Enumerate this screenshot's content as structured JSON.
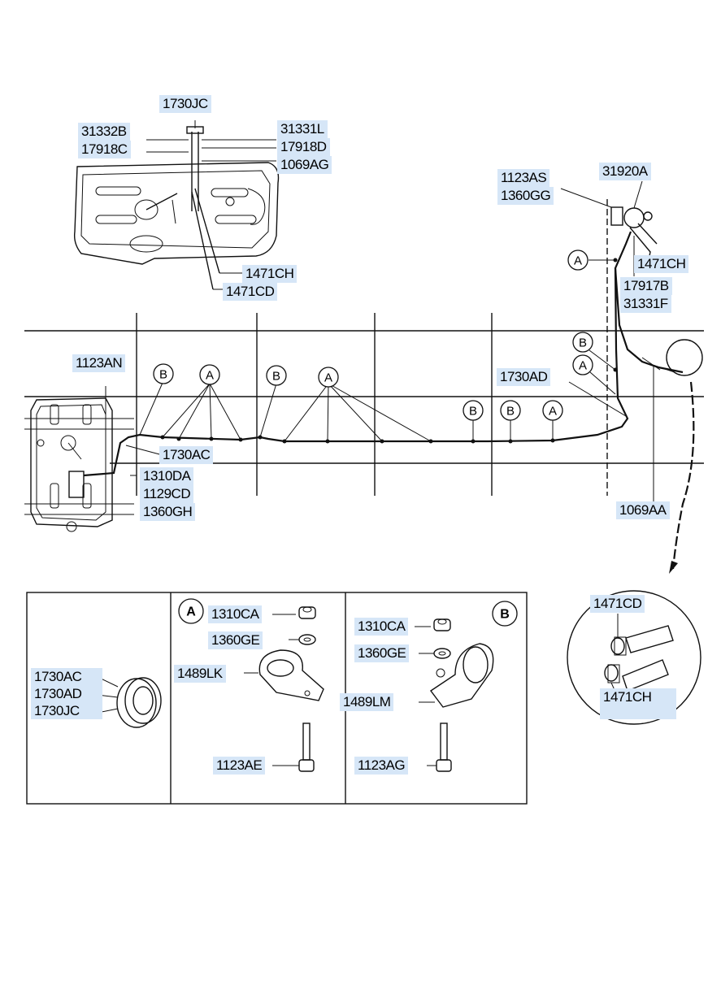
{
  "callouts": {
    "p_1730JC": "1730JC",
    "p_31332B": "31332B",
    "p_17918C": "17918C",
    "p_31331L": "31331L",
    "p_17918D": "17918D",
    "p_1069AG": "1069AG",
    "p_1471CH_top": "1471CH",
    "p_1471CD_top": "1471CD",
    "p_1123AS": "1123AS",
    "p_1360GG": "1360GG",
    "p_31920A": "31920A",
    "p_1471CH_right": "1471CH",
    "p_17917B": "17917B",
    "p_31331F": "31331F",
    "p_1123AN": "1123AN",
    "p_1730AD_main": "1730AD",
    "p_1730AC_main": "1730AC",
    "p_1310DA": "1310DA",
    "p_1129CD": "1129CD",
    "p_1360GH": "1360GH",
    "p_1069AA": "1069AA",
    "p_grommet_list": "1730AC\n1730AD\n1730JC",
    "p_A_1310CA": "1310CA",
    "p_A_1360GE": "1360GE",
    "p_A_1489LK": "1489LK",
    "p_A_1123AE": "1123AE",
    "p_B_1310CA": "1310CA",
    "p_B_1360GE": "1360GE",
    "p_B_1489LM": "1489LM",
    "p_B_1123AG": "1123AG",
    "p_detail_1471CD": "1471CD",
    "p_detail_1471CH": "1471CH"
  },
  "markers": {
    "a": "A",
    "b": "B"
  }
}
